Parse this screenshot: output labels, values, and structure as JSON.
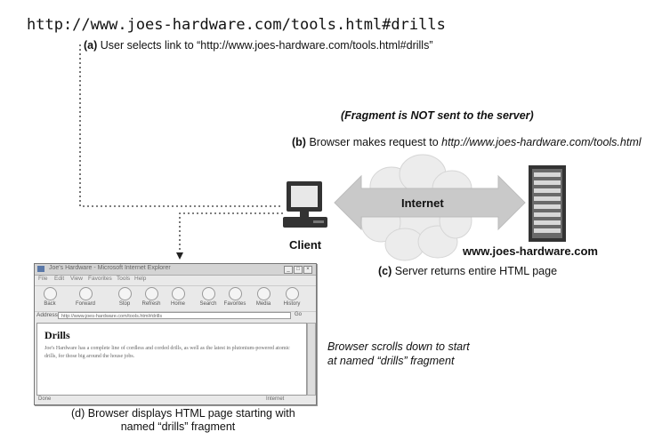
{
  "url_title": "http://www.joes-hardware.com/tools.html#drills",
  "step_a": {
    "label": "(a)",
    "text": "User selects link to “http://www.joes-hardware.com/tools.html#drills”"
  },
  "fragment_note": "(Fragment is NOT sent to the server)",
  "step_b": {
    "label": "(b)",
    "text": "Browser makes request to ",
    "url": "http://www.joes-hardware.com/tools.html"
  },
  "internet_label": "Internet",
  "client_label": "Client",
  "server_label": "www.joes-hardware.com",
  "step_c": {
    "label": "(c)",
    "text": "Server returns entire HTML page"
  },
  "scroll_note": {
    "line1": "Browser scrolls down to start",
    "line2": "at named “drills” fragment"
  },
  "step_d": {
    "line1": "(d) Browser displays HTML page starting with",
    "line2": "named “drills” fragment"
  },
  "browser": {
    "title": "Joe's Hardware - Microsoft Internet Explorer",
    "menu": [
      "File",
      "Edit",
      "View",
      "Favorites",
      "Tools",
      "Help"
    ],
    "toolbar": [
      "Back",
      "Forward",
      "Stop",
      "Refresh",
      "Home",
      "Search",
      "Favorites",
      "Media",
      "History"
    ],
    "address_label": "Address",
    "address_value": "http://www.joes-hardware.com/tools.html#drills",
    "go_label": "Go",
    "heading": "Drills",
    "paragraph": "Joe's Hardware has a complete line of cordless and corded drills, as well as the latest in plutonium-powered atomic drills, for those big around the house jobs.",
    "status_left": "Done",
    "status_right": "Internet"
  }
}
